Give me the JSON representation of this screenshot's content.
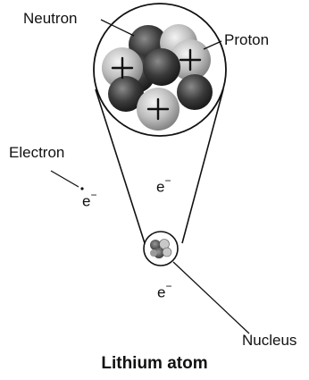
{
  "labels": {
    "neutron": "Neutron",
    "proton": "Proton",
    "electron": "Electron",
    "nucleus": "Nucleus"
  },
  "electrons": [
    {
      "symbol": "e",
      "charge": "−"
    },
    {
      "symbol": "e",
      "charge": "−"
    },
    {
      "symbol": "e",
      "charge": "−"
    }
  ],
  "caption": "Lithium atom",
  "colors": {
    "line": "#111111",
    "neutron": "#3a3a3a",
    "proton": "#bdbdbd",
    "background": "#ffffff"
  }
}
